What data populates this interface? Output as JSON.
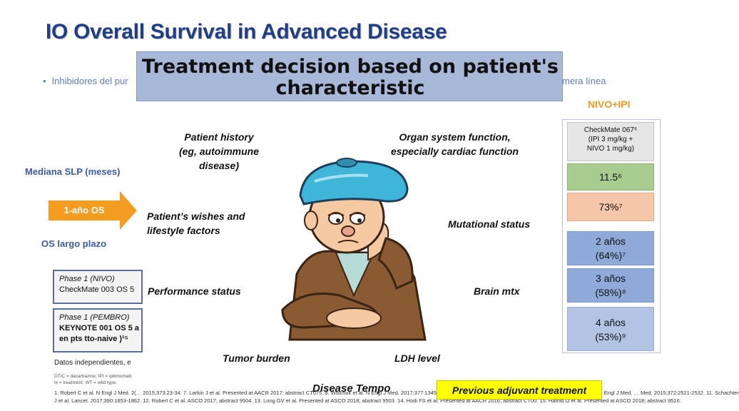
{
  "slide": {
    "title": "IO Overall Survival in Advanced Disease",
    "bullet_start": "Inhibidores del pur",
    "bullet_end": "mera línea"
  },
  "left": {
    "mediana_label": "Mediana SLP (meses)",
    "one_year_label": "1-año  OS",
    "os_largo_label": "OS largo plazo",
    "phase1_title": "Phase 1 (NIVO)",
    "phase1_line": "CheckMate 003 OS 5",
    "phase2_title": "Phase 1 (PEMBRO)",
    "phase2_line1": "KEYNOTE 001 OS 5 a",
    "phase2_line2": "en pts tto-naive )¹⁵",
    "datos": "Datos independientes, e",
    "abbr_line1": "DTIC = dacarbazine; IPI = ipilimumab;",
    "abbr_line2": "tx = treatment; WT = wild type."
  },
  "refs": {
    "line1": "1. Robert C et al. N Engl J Med. 2(… 2015;373:23-34. 7. Larkin J et al. Presented at AACR 2017; abstract CT075. 8. Wolchok et al. N Engl J Med. 2017;377:1345-1356. 9. Hodi FS et al. … presented at SMR 2015. 6. Larkin J et al. N Engl J Med. … Med. 2015;372:2521-2532. 11. Schachter",
    "line2": "J et al. Lancet. 2017;390:1853-1862. 12. Robert C et al. ASCO 2017; abstract 9504. 13. Long GV et al. Presented at ASCO 2018; abstract 9503. 14. Hodi FS et al. Presented at AACR 2016; abstract CT00. 15. Hamid O et al. Presented at ASCO 2018; abstract 9516."
  },
  "nivo": {
    "header": "NIVO+IPI",
    "study_line1": "CheckMate 067⁶",
    "study_line2": "(IPI 3 mg/kg +",
    "study_line3": "NIVO 1 mg/kg)",
    "slp_value": "11.5⁶",
    "one_year_value": "73%⁷",
    "y2_line1": "2 años",
    "y2_line2": "(64%)⁷",
    "y3_line1": "3 años",
    "y3_line2": "(58%)⁸",
    "y4_line1": "4 años",
    "y4_line2": "(53%)⁹"
  },
  "overlay": {
    "title_line1": "Treatment decision based on patient's",
    "title_line2": "characteristic",
    "factors": {
      "history_1": "Patient history",
      "history_2": "(eg, autoimmune disease)",
      "organ_1": "Organ system function,",
      "organ_2": "especially cardiac function",
      "wishes_1": "Patient’s wishes and",
      "wishes_2": "lifestyle factors",
      "mutational": "Mutational status",
      "performance": "Performance status",
      "brain": "Brain mtx",
      "tumor": "Tumor burden",
      "ldh": "LDH level",
      "tempo": "Disease Tempo"
    },
    "adjuvant": "Previous adjuvant treatment"
  },
  "colors": {
    "title": "#1f3e8a",
    "orange": "#f39c1f",
    "green": "#a6cc8f",
    "peach": "#f5c6a8",
    "blue": "#8fa9d8",
    "overlay_bg": "#a8b8d8",
    "highlight": "#ffff00"
  }
}
